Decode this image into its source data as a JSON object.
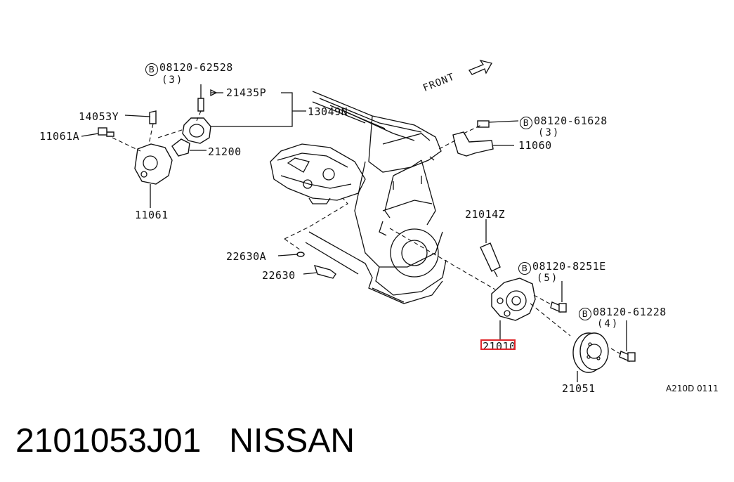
{
  "caption": {
    "part_number": "2101053J01",
    "brand": "NISSAN"
  },
  "diagram": {
    "front_label": "FRONT",
    "figure_code": "A210D 0111",
    "bolt_mark": "B",
    "highlighted_callout": "21010",
    "callouts": {
      "bolt_08120_62528": "08120-62528",
      "qty_3a": "(3)",
      "p21435P": "21435P",
      "p13049N": "13049N",
      "p14053Y": "14053Y",
      "p11061A": "11061A",
      "p21200": "21200",
      "p11061": "11061",
      "bolt_08120_61628": "08120-61628",
      "qty_3b": "(3)",
      "p11060": "11060",
      "p21014Z": "21014Z",
      "bolt_08120_8251E": "08120-8251E",
      "qty_5": "(5)",
      "bolt_08120_61228": "08120-61228",
      "qty_4": "(4)",
      "p22630A": "22630A",
      "p22630": "22630",
      "p21010": "21010",
      "p21051": "21051"
    }
  }
}
